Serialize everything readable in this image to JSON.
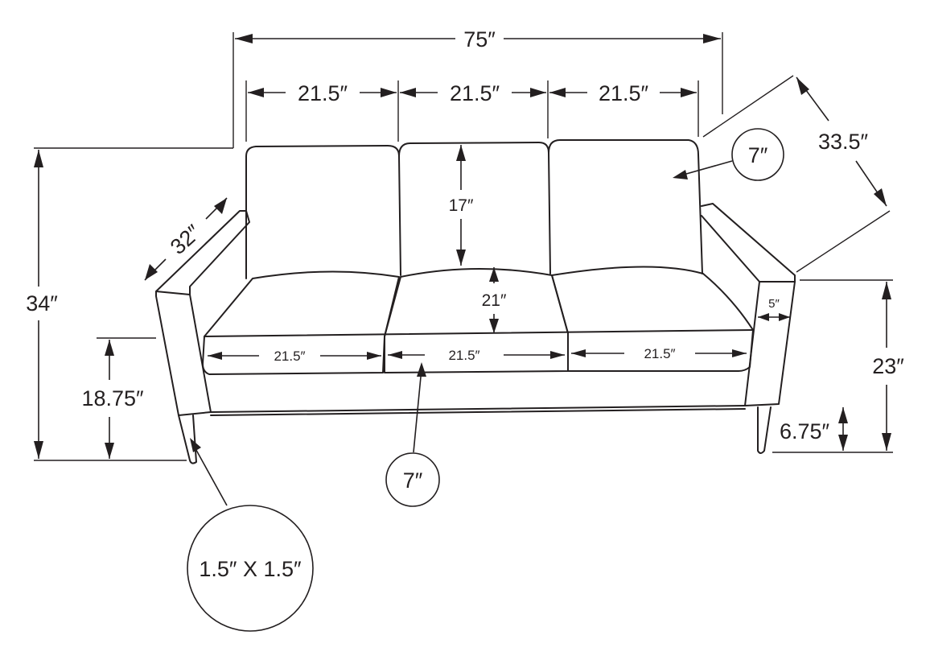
{
  "dimensions": {
    "overall_width": "75″",
    "seat_section_widths": [
      "21.5″",
      "21.5″",
      "21.5″"
    ],
    "back_cushion_height": "17″",
    "seat_cushion_depth": "21″",
    "seat_cushion_widths": [
      "21.5″",
      "21.5″",
      "21.5″"
    ],
    "arm_width": "5″",
    "overall_depth": "33.5″",
    "arm_length": "32″",
    "overall_height": "34″",
    "seat_height": "18.75″",
    "arm_height": "23″",
    "leg_height": "6.75″"
  },
  "callouts": {
    "back_cushion_thickness": "7″",
    "seat_cushion_thickness": "7″",
    "leg_size": "1.5″ X 1.5″"
  },
  "colors": {
    "ink": "#231f20",
    "background": "#ffffff"
  }
}
